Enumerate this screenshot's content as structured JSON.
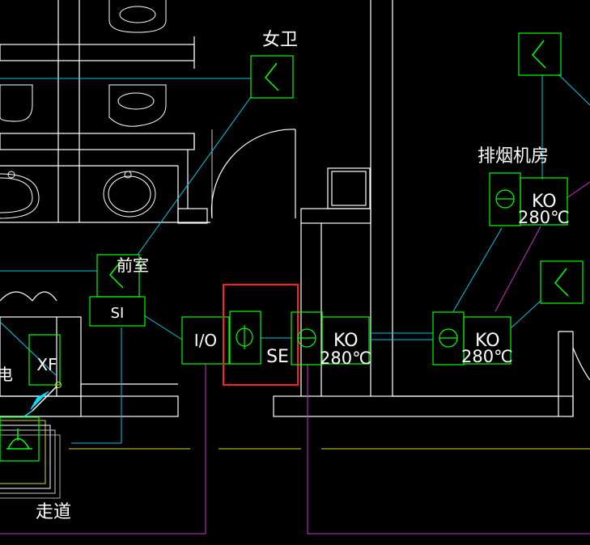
{
  "labels": {
    "female_toilet": "女卫",
    "smoke_room": "排烟机房",
    "front_room": "前室",
    "corridor": "走道",
    "si": "SI",
    "io": "I/O",
    "se": "SE",
    "xf": "XF",
    "ko_a": "KO",
    "temp_a": "280℃",
    "ko_b": "KO",
    "temp_b": "280℃",
    "ko_c": "KO",
    "temp_c": "280℃",
    "fragment_left": "电"
  },
  "colors": {
    "background": "#000000",
    "wall": "#ffffff",
    "device": "#00ff00",
    "wire_cyan": "#00c8e0",
    "wire_magenta": "#d030d0",
    "axis_yellow": "#d8d820",
    "highlight": "#ff2020",
    "text": "#ffffff"
  },
  "selection": {
    "target": "smoke-damper-highlighted"
  }
}
